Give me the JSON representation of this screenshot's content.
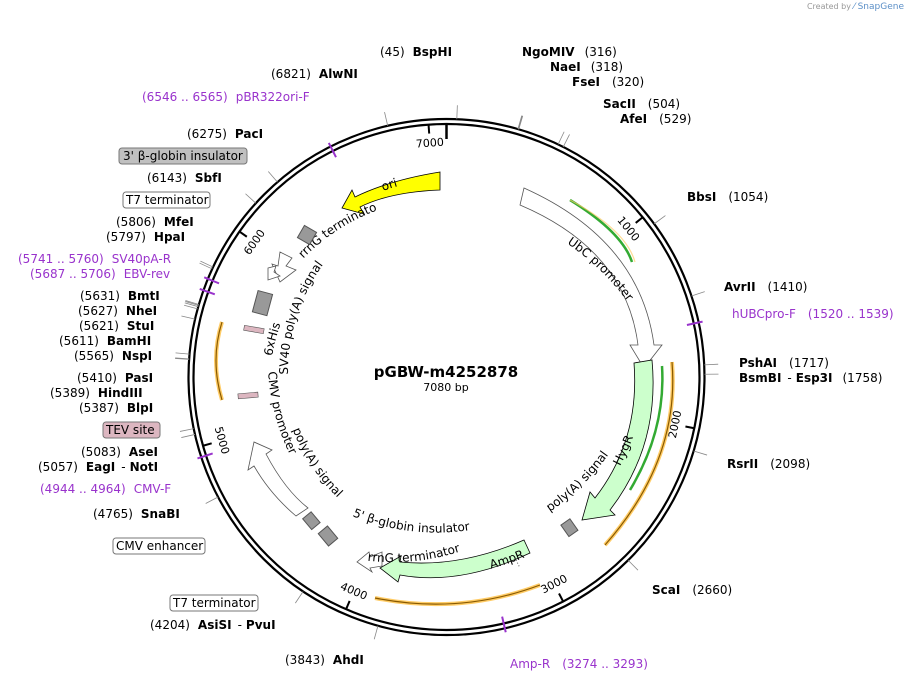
{
  "app": {
    "watermark_prefix": "Created by",
    "watermark_brand": "SnapGene"
  },
  "plasmid": {
    "name": "pGBW-m4252878",
    "size_label": "7080 bp",
    "length": 7080
  },
  "colors": {
    "primer": "#9933cc",
    "ori": "#ffff00",
    "resistance": "#ccffcc",
    "orf_highlight": "#ffcc66",
    "primer_bind": "#33aa33",
    "feature_box": "#999999",
    "tev_box": "#dcb6c0",
    "insulator_box": "#c0c0c0"
  },
  "ticks": [
    {
      "pos": 0,
      "label": ""
    },
    {
      "pos": 1000,
      "label": "1000"
    },
    {
      "pos": 2000,
      "label": "2000"
    },
    {
      "pos": 3000,
      "label": "3000"
    },
    {
      "pos": 4000,
      "label": "4000"
    },
    {
      "pos": 5000,
      "label": "5000"
    },
    {
      "pos": 6000,
      "label": "6000"
    },
    {
      "pos": 7000,
      "label": "7000"
    }
  ],
  "sites": [
    {
      "id": "bsphi",
      "num": "(45)",
      "name": "BspHI",
      "pos": 45
    },
    {
      "id": "ngomiv",
      "num": "(316)",
      "name": "NgoMIV",
      "pos": 316
    },
    {
      "id": "naei",
      "num": "(318)",
      "name": "NaeI",
      "pos": 318
    },
    {
      "id": "fsei",
      "num": "(320)",
      "name": "FseI",
      "pos": 320
    },
    {
      "id": "sacii",
      "num": "(504)",
      "name": "SacII",
      "pos": 504
    },
    {
      "id": "afei",
      "num": "(529)",
      "name": "AfeI",
      "pos": 529
    },
    {
      "id": "bbsi",
      "num": "(1054)",
      "name": "BbsI",
      "pos": 1054
    },
    {
      "id": "avrii",
      "num": "(1410)",
      "name": "AvrII",
      "pos": 1410
    },
    {
      "id": "pshai",
      "num": "(1717)",
      "name": "PshAI",
      "pos": 1717
    },
    {
      "id": "bsmbi",
      "num": "(1758)",
      "name": "BsmBI",
      "name2": "Esp3I",
      "pos": 1758
    },
    {
      "id": "rsrii",
      "num": "(2098)",
      "name": "RsrII",
      "pos": 2098
    },
    {
      "id": "scai",
      "num": "(2660)",
      "name": "ScaI",
      "pos": 2660
    },
    {
      "id": "ahdi",
      "num": "(3843)",
      "name": "AhdI",
      "pos": 3843
    },
    {
      "id": "asisi",
      "num": "(4204)",
      "name": "AsiSI",
      "name2": "PvuI",
      "pos": 4204
    },
    {
      "id": "snabi",
      "num": "(4765)",
      "name": "SnaBI",
      "pos": 4765
    },
    {
      "id": "eagi",
      "num": "(5057)",
      "name": "EagI",
      "name2": "NotI",
      "pos": 5057
    },
    {
      "id": "asei",
      "num": "(5083)",
      "name": "AseI",
      "pos": 5083
    },
    {
      "id": "blpi",
      "num": "(5387)",
      "name": "BlpI",
      "pos": 5387
    },
    {
      "id": "hindiii",
      "num": "(5389)",
      "name": "HindIII",
      "pos": 5389
    },
    {
      "id": "pasi",
      "num": "(5410)",
      "name": "PasI",
      "pos": 5410
    },
    {
      "id": "nspi",
      "num": "(5565)",
      "name": "NspI",
      "pos": 5565
    },
    {
      "id": "bamhi",
      "num": "(5611)",
      "name": "BamHI",
      "pos": 5611
    },
    {
      "id": "stui",
      "num": "(5621)",
      "name": "StuI",
      "pos": 5621
    },
    {
      "id": "nhei",
      "num": "(5627)",
      "name": "NheI",
      "pos": 5627
    },
    {
      "id": "bmti",
      "num": "(5631)",
      "name": "BmtI",
      "pos": 5631
    },
    {
      "id": "hpai",
      "num": "(5797)",
      "name": "HpaI",
      "pos": 5797
    },
    {
      "id": "mfei",
      "num": "(5806)",
      "name": "MfeI",
      "pos": 5806
    },
    {
      "id": "sbfi",
      "num": "(6143)",
      "name": "SbfI",
      "pos": 6143
    },
    {
      "id": "paci",
      "num": "(6275)",
      "name": "PacI",
      "pos": 6275
    },
    {
      "id": "alwni",
      "num": "(6821)",
      "name": "AlwNI",
      "pos": 6821
    }
  ],
  "primers": [
    {
      "id": "pbr322ori-f",
      "range": "(6546 .. 6565)",
      "name": "pBR322ori-F",
      "pos": 6555
    },
    {
      "id": "hubcpro-f",
      "range": "(1520 .. 1539)",
      "name": "hUBCpro-F",
      "pos": 1530
    },
    {
      "id": "amp-r",
      "range": "(3274 .. 3293)",
      "name": "Amp-R",
      "pos": 3283
    },
    {
      "id": "cmv-f",
      "range": "(4944 .. 4964)",
      "name": "CMV-F",
      "pos": 4954
    },
    {
      "id": "sv40pa-r",
      "range": "(5741 .. 5760)",
      "name": "SV40pA-R",
      "pos": 5750
    },
    {
      "id": "ebv-rev",
      "range": "(5687 .. 5706)",
      "name": "EBV-rev",
      "pos": 5696
    }
  ],
  "features": {
    "ori": "ori",
    "ubc_promoter": "UbC promoter",
    "hygr": "HygR",
    "polya_signal_1": "poly(A) signal",
    "ampr": "AmpR",
    "rrng_terminator_1": "rrnG terminator",
    "beta_globin_5": "5' β-globin insulator",
    "polya_signal_2": "poly(A) signal",
    "cmv_promoter": "CMV promoter",
    "sv40_polya": "SV40 poly(A) signal",
    "his6": "6xHis",
    "rrng_terminator_2": "rrnG terminator"
  },
  "boxed_features": {
    "beta_globin_3": "3' β-globin insulator",
    "t7_terminator_top": "T7 terminator",
    "tev_site": "TEV site",
    "cmv_enhancer": "CMV enhancer",
    "t7_terminator_bottom": "T7 terminator"
  }
}
